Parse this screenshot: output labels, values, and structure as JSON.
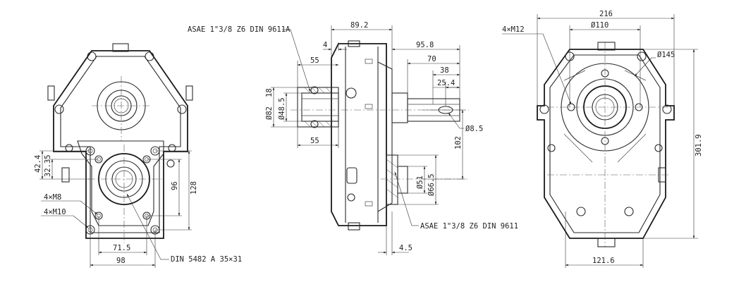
{
  "front_view": {
    "dims": {
      "d42_4": "42.4",
      "d32_35": "32.35",
      "d96": "96",
      "d128": "128",
      "d71_5": "71.5",
      "d98": "98"
    },
    "labels": {
      "m8": "4×M8",
      "m10": "4×M10",
      "din": "DIN 5482 A 35×31"
    }
  },
  "side_view": {
    "dims": {
      "d89_2": "89.2",
      "d4": "4",
      "d55_top": "55",
      "d55_bot": "55",
      "d82_18": "Ø82",
      "d18": "18",
      "d48_5": "Ø48.5",
      "d95_8": "95.8",
      "d70": "70",
      "d38": "38",
      "d25_4": "25.4",
      "d8_5": "Ø8.5",
      "d102": "102",
      "d51": "Ø51",
      "d66_5": "Ø66.5",
      "d4_5": "4.5"
    },
    "labels": {
      "asae_top": "ASAE 1\"3/8 Z6 DIN 9611A",
      "asae_bot": "ASAE 1\"3/8 Z6 DIN 9611"
    }
  },
  "rear_view": {
    "dims": {
      "d216": "216",
      "d110": "Ø110",
      "d145": "Ø145",
      "d301_9": "301.9",
      "d121_6": "121.6"
    },
    "labels": {
      "m12": "4×M12"
    }
  }
}
